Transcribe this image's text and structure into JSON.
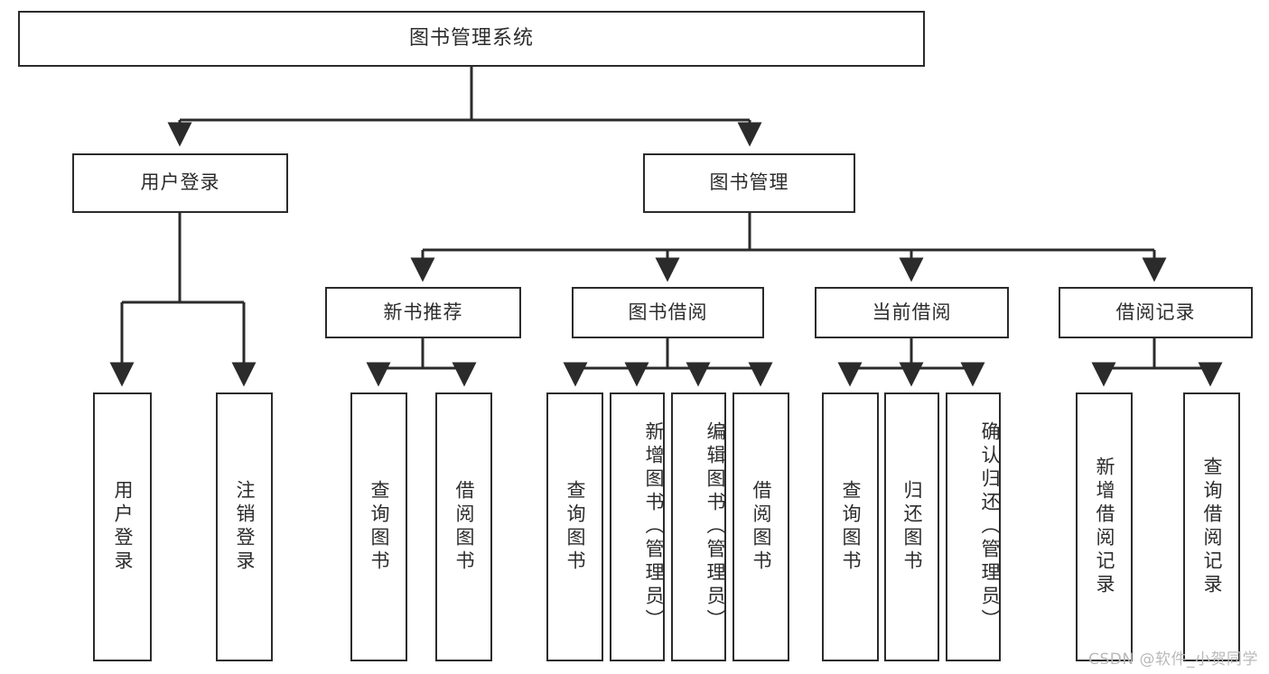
{
  "diagram": {
    "title": "图书管理系统",
    "root": {
      "label": "图书管理系统"
    },
    "level1": [
      {
        "label": "用户登录"
      },
      {
        "label": "图书管理"
      }
    ],
    "level2": [
      {
        "label": "新书推荐"
      },
      {
        "label": "图书借阅"
      },
      {
        "label": "当前借阅"
      },
      {
        "label": "借阅记录"
      }
    ],
    "leaves": {
      "user_login": [
        {
          "label": "用户登录"
        },
        {
          "label": "注销登录"
        }
      ],
      "new_book_recommend": [
        {
          "label": "查询图书"
        },
        {
          "label": "借阅图书"
        }
      ],
      "book_borrow": [
        {
          "label": "查询图书"
        },
        {
          "label": "新增图书（管理员）"
        },
        {
          "label": "编辑图书（管理员）"
        },
        {
          "label": "借阅图书"
        }
      ],
      "current_borrow": [
        {
          "label": "查询图书"
        },
        {
          "label": "归还图书"
        },
        {
          "label": "确认归还（管理员）"
        }
      ],
      "borrow_record": [
        {
          "label": "新增借阅记录"
        },
        {
          "label": "查询借阅记录"
        }
      ]
    }
  },
  "watermark": {
    "text": "CSDN @软件_小贺同学"
  },
  "colors": {
    "border": "#2b2b2b",
    "text": "#2c2c2c",
    "background": "#ffffff",
    "watermark": "#b9b9b9"
  }
}
